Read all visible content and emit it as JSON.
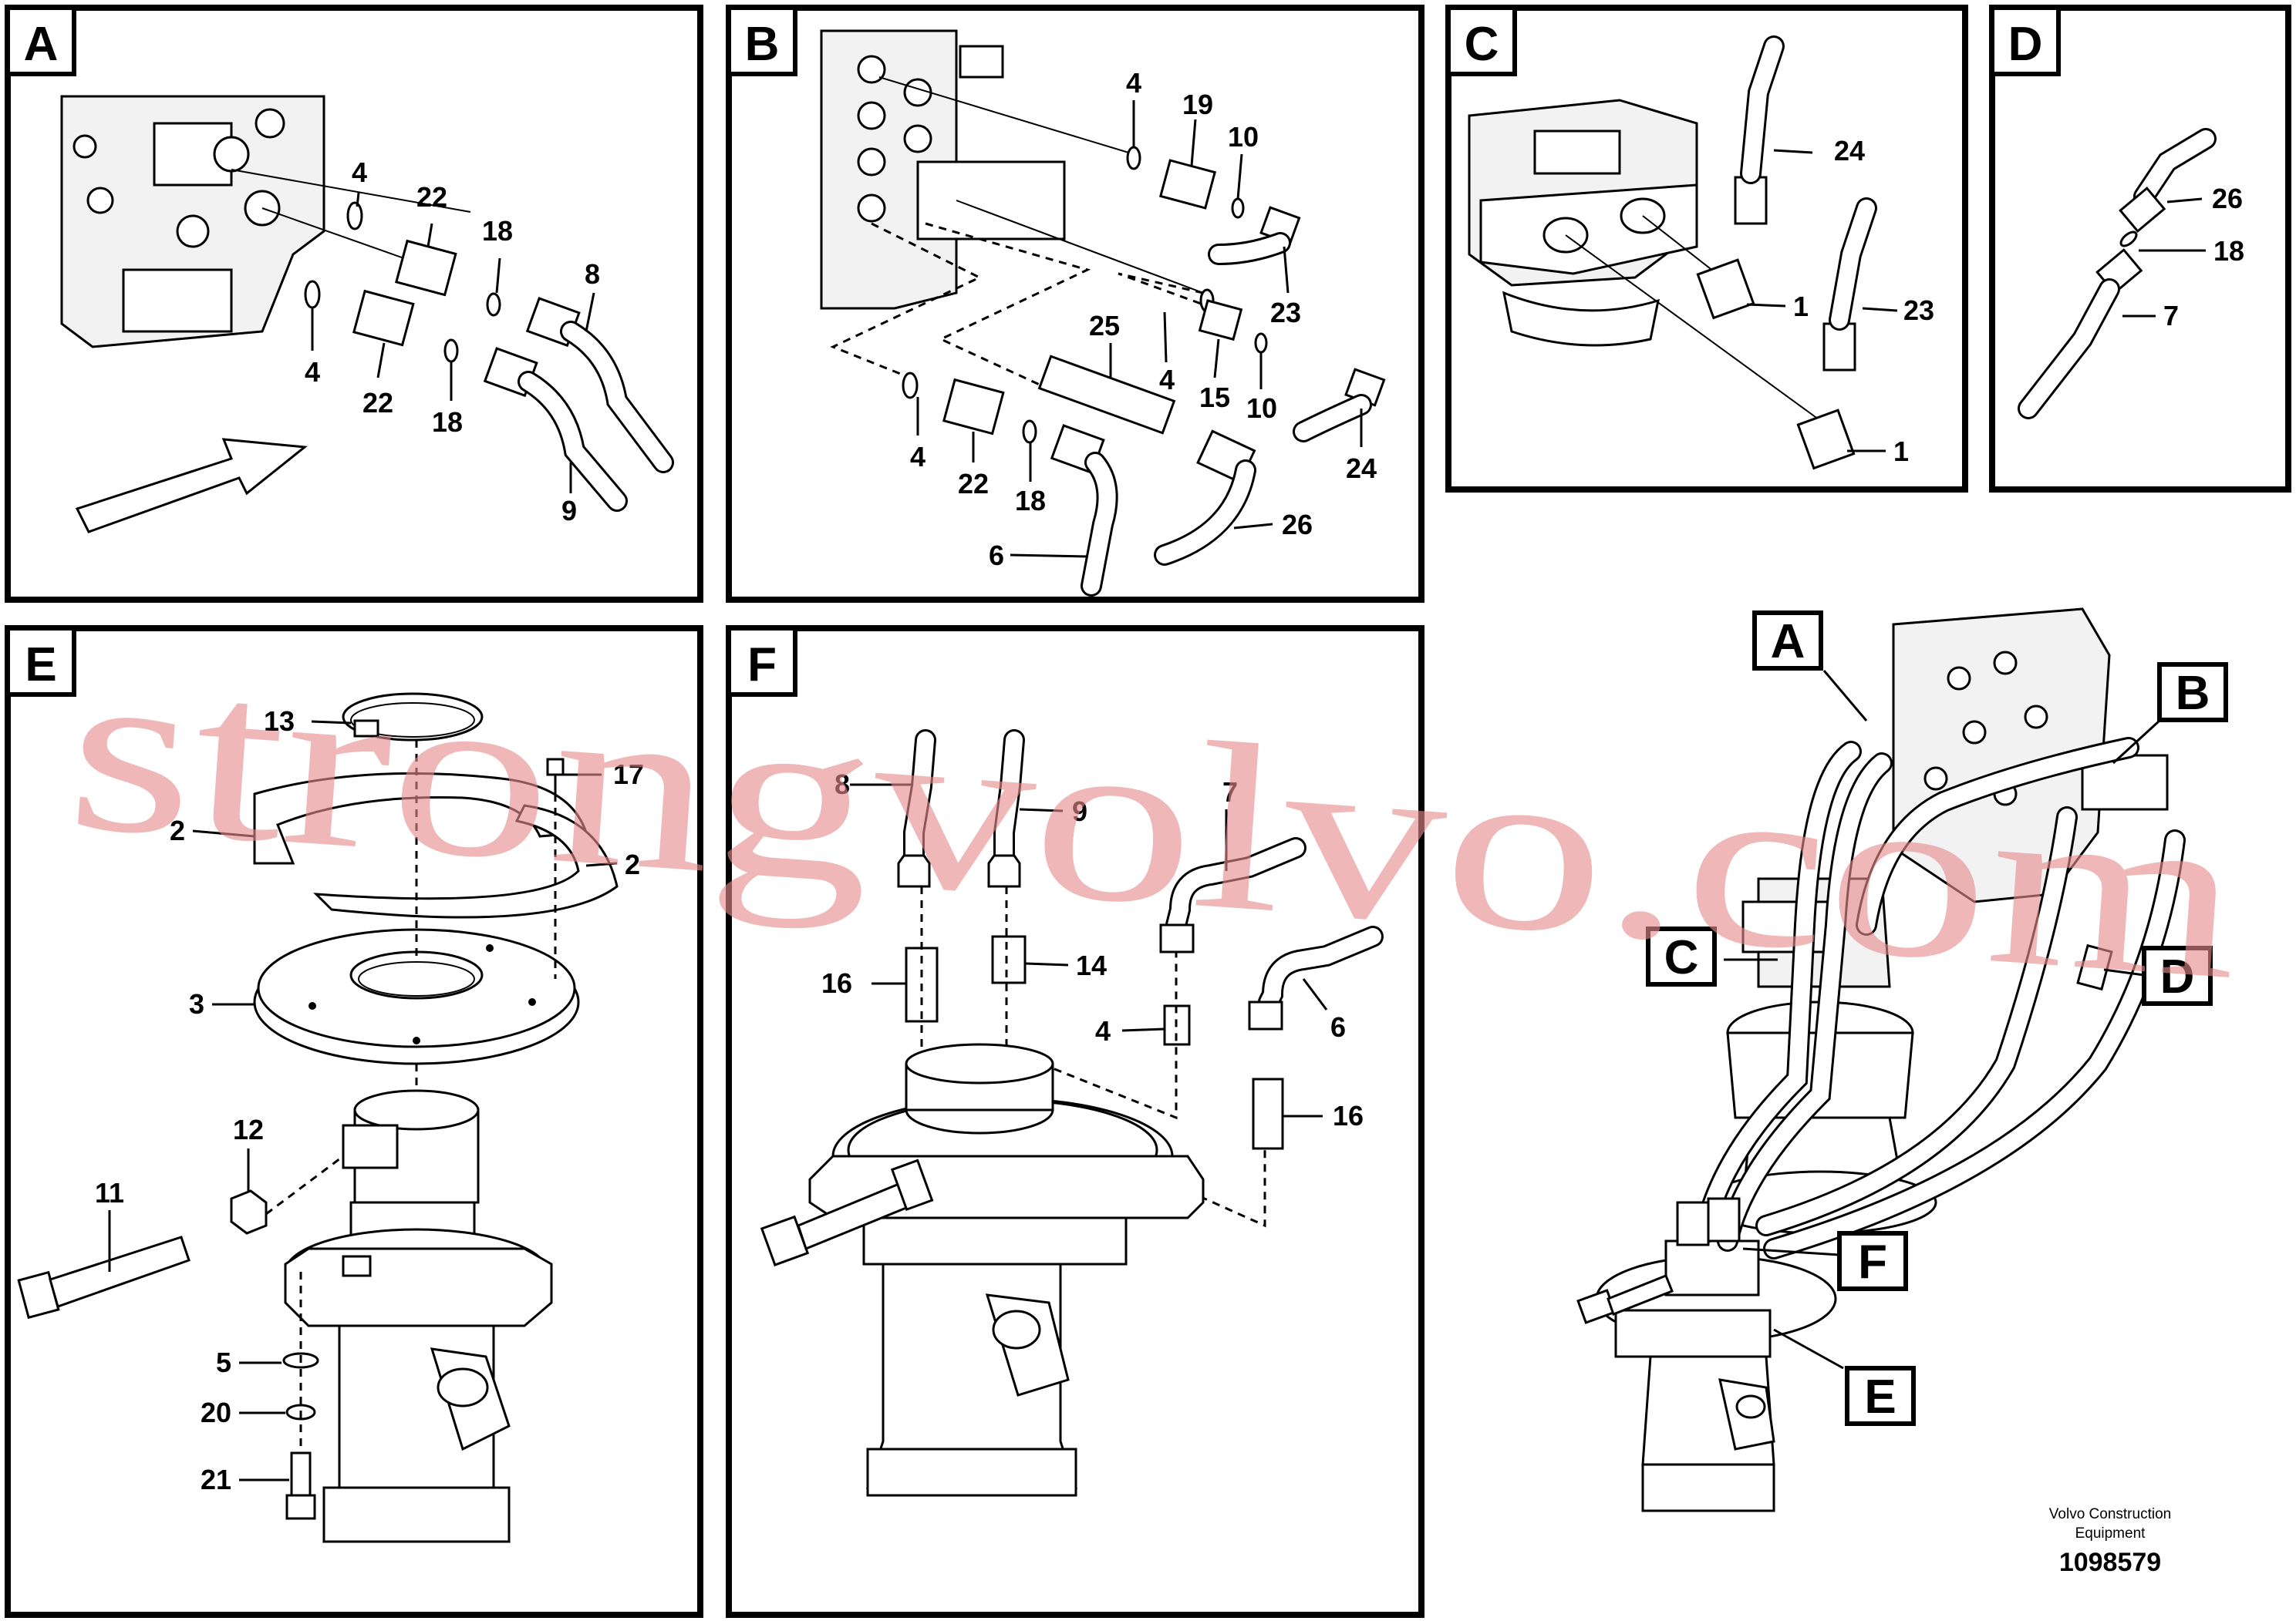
{
  "panels": [
    {
      "letter": "A",
      "labels": [
        "4",
        "22",
        "18",
        "8",
        "4",
        "22",
        "18",
        "9"
      ]
    },
    {
      "letter": "B",
      "labels": [
        "4",
        "19",
        "10",
        "23",
        "4",
        "15",
        "10",
        "24",
        "25",
        "4",
        "22",
        "18",
        "6",
        "26"
      ]
    },
    {
      "letter": "C",
      "labels": [
        "24",
        "23",
        "1",
        "1"
      ]
    },
    {
      "letter": "D",
      "labels": [
        "26",
        "18",
        "7"
      ]
    },
    {
      "letter": "E",
      "labels": [
        "13",
        "17",
        "2",
        "2",
        "3",
        "12",
        "11",
        "5",
        "20",
        "21"
      ]
    },
    {
      "letter": "F",
      "labels": [
        "8",
        "9",
        "7",
        "16",
        "14",
        "4",
        "6",
        "16"
      ]
    }
  ],
  "overview_tags": [
    "A",
    "B",
    "C",
    "D",
    "F",
    "E"
  ],
  "watermark": "strongvolvo.com",
  "footer": {
    "line1": "Volvo Construction",
    "line2": "Equipment",
    "number": "1098579"
  }
}
